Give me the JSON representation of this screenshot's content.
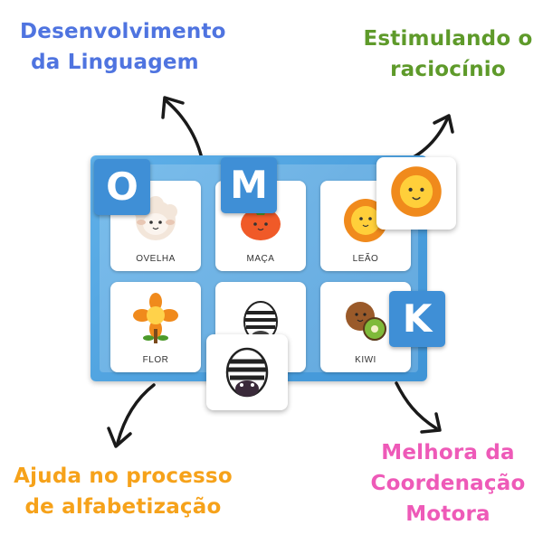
{
  "captions": {
    "top_left": [
      "Desenvolvimento",
      "da Linguagem"
    ],
    "top_right": [
      "Estimulando o",
      "raciocínio"
    ],
    "bottom_left": [
      "Ajuda no processo",
      "de alfabetização"
    ],
    "bottom_right": [
      "Melhora da",
      "Coordenação",
      "Motora"
    ]
  },
  "board": {
    "cells": [
      {
        "label": "OVELHA",
        "icon": "sheep-icon"
      },
      {
        "label": "MAÇA",
        "icon": "tomato-icon"
      },
      {
        "label": "LEÃO",
        "icon": "lion-icon"
      },
      {
        "label": "FLOR",
        "icon": "flower-icon"
      },
      {
        "label": "",
        "icon": "zebra-icon"
      },
      {
        "label": "KIWI",
        "icon": "kiwi-icon"
      }
    ]
  },
  "tiles": {
    "o": "O",
    "m": "M",
    "k": "K"
  },
  "colors": {
    "blue": "#4f74e0",
    "green": "#5e9a2a",
    "orange": "#f6a21a",
    "pink": "#ee5ab8",
    "board": "#3f94d6"
  }
}
